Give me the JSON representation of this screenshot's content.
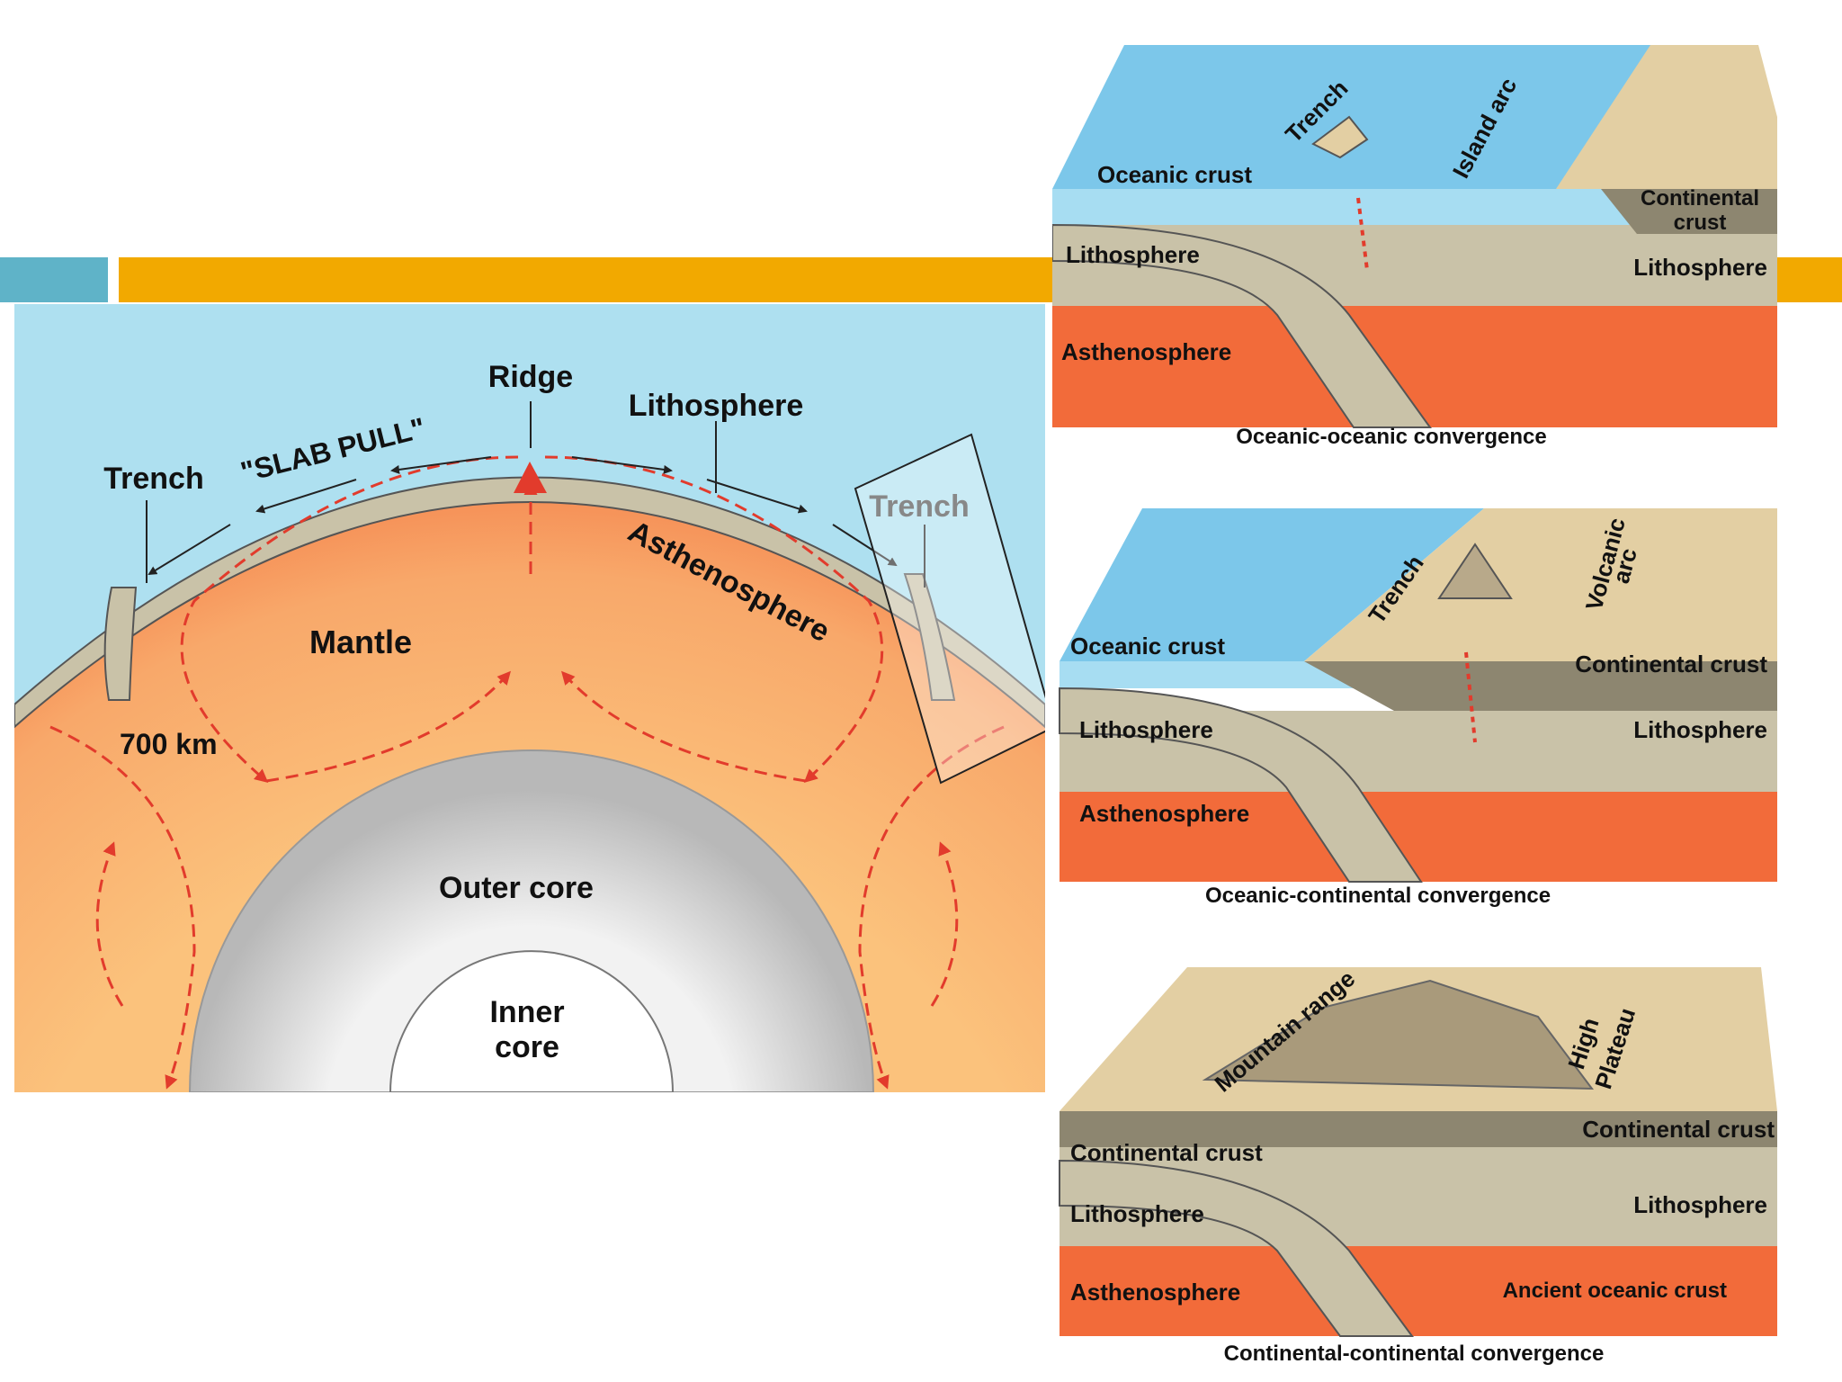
{
  "colors": {
    "teal_bar": "#5fb3c8",
    "gold_bar": "#f2a900",
    "sky": "#aee0f0",
    "ocean": "#7cc7ea",
    "mantle": "#f7a468",
    "asthenosphere": "#f26b3a",
    "lithosphere": "#c9c2a8",
    "crust_dark": "#8d8670",
    "land": "#e3cfa3",
    "core": "#d7d7d7",
    "arrow_red": "#e23b2c"
  },
  "mantle_diagram": {
    "ridge": "Ridge",
    "lithosphere": "Lithosphere",
    "trench_left": "Trench",
    "slab_pull": "\"SLAB PULL\"",
    "trench_right": "Trench",
    "asthenosphere": "Asthenosphere",
    "mantle": "Mantle",
    "depth": "700 km",
    "outer_core": "Outer core",
    "inner_core_1": "Inner",
    "inner_core_2": "core"
  },
  "oo_panel": {
    "trench": "Trench",
    "island_arc": "Island arc",
    "oceanic_crust": "Oceanic crust",
    "continental_crust_1": "Continental",
    "continental_crust_2": "crust",
    "lithosphere_left": "Lithosphere",
    "lithosphere_right": "Lithosphere",
    "asthenosphere": "Asthenosphere",
    "caption": "Oceanic-oceanic convergence"
  },
  "oc_panel": {
    "trench": "Trench",
    "volcanic_1": "Volcanic",
    "volcanic_2": "arc",
    "oceanic_crust": "Oceanic crust",
    "continental_crust": "Continental crust",
    "lithosphere_left": "Lithosphere",
    "lithosphere_right": "Lithosphere",
    "asthenosphere": "Asthenosphere",
    "caption": "Oceanic-continental convergence"
  },
  "cc_panel": {
    "mountain_range": "Mountain range",
    "high_1": "High",
    "high_2": "Plateau",
    "continental_crust_left": "Continental crust",
    "continental_crust_right": "Continental crust",
    "lithosphere_left": "Lithosphere",
    "lithosphere_right": "Lithosphere",
    "asthenosphere": "Asthenosphere",
    "ancient": "Ancient oceanic crust",
    "caption": "Continental-continental convergence"
  }
}
